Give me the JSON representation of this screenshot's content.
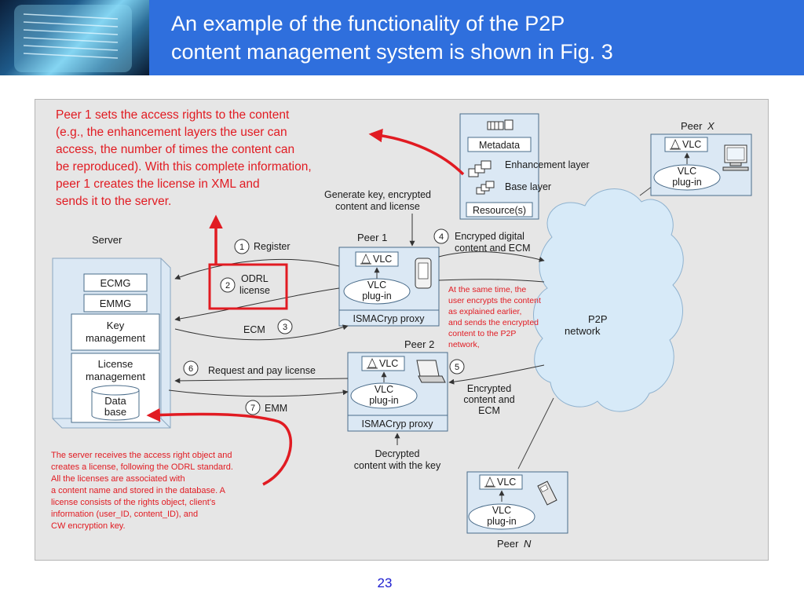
{
  "slide": {
    "title_lines": [
      "An example of the functionality of the P2P",
      "content management system is shown in Fig. 3"
    ],
    "page_number": "23"
  },
  "diagram": {
    "server_label": "Server",
    "ecmg": "ECMG",
    "emmg": "EMMG",
    "key_management": [
      "Key",
      "management"
    ],
    "license_management": [
      "License",
      "management"
    ],
    "database": [
      "Data",
      "base"
    ],
    "peer1_label": "Peer 1",
    "peer2_label": "Peer 2",
    "peerx_label": "Peer",
    "peerx_suffix": "X",
    "peern_label": "Peer",
    "peern_suffix": "N",
    "vlc": "VLC",
    "vlc_plugin": [
      "VLC",
      "plug-in"
    ],
    "ismacryp_proxy": "ISMACryp proxy",
    "metadata": "Metadata",
    "enhancement_layer": "Enhancement layer",
    "base_layer": "Base layer",
    "resources": "Resource(s)",
    "generate_key": [
      "Generate key, encrypted",
      "content and license"
    ],
    "p2p_network": [
      "P2P",
      "network"
    ],
    "step1_num": "1",
    "step1": "Register",
    "step2_num": "2",
    "step2": [
      "ODRL",
      "license"
    ],
    "step3_num": "3",
    "step3": "ECM",
    "step4_num": "4",
    "step4": [
      "Encryped digital",
      "content and ECM"
    ],
    "step5_num": "5",
    "step5": [
      "Encrypted",
      "content and",
      "ECM"
    ],
    "step6_num": "6",
    "step6": "Request and pay license",
    "step7_num": "7",
    "step7": "EMM",
    "decrypted": [
      "Decrypted",
      "content with the key"
    ],
    "note_peer1": [
      "Peer 1 sets the access rights to the content",
      "(e.g., the enhancement layers the user can",
      "access, the number of times the content can",
      "be reproduced). With this complete information,",
      "peer 1 creates the license in XML and",
      "sends it to the server."
    ],
    "note_same_time": [
      "At the same time, the",
      "user encrypts the content",
      "as explained earlier,",
      "and sends the encrypted",
      "content to the P2P",
      "network,"
    ],
    "note_server": [
      "The server receives the access right object and",
      "creates a license, following the ODRL standard.",
      "All the licenses are associated with",
      "a content name and stored in the database. A",
      "license consists of the rights object, client’s",
      "information (user_ID, content_ID), and",
      "CW encryption key."
    ]
  },
  "colors": {
    "header_blue": "#2f6fdd",
    "figure_bg": "#e6e6e6",
    "box_blue": "#dbe8f4",
    "annotation_red": "#e11b22",
    "page_number_blue": "#1d1dd0"
  },
  "icons": [
    "vlc-cone-icon",
    "monitor-icon",
    "laptop-icon",
    "pda-icon",
    "phone-icon",
    "metadata-icon",
    "layer-stack-icon"
  ]
}
